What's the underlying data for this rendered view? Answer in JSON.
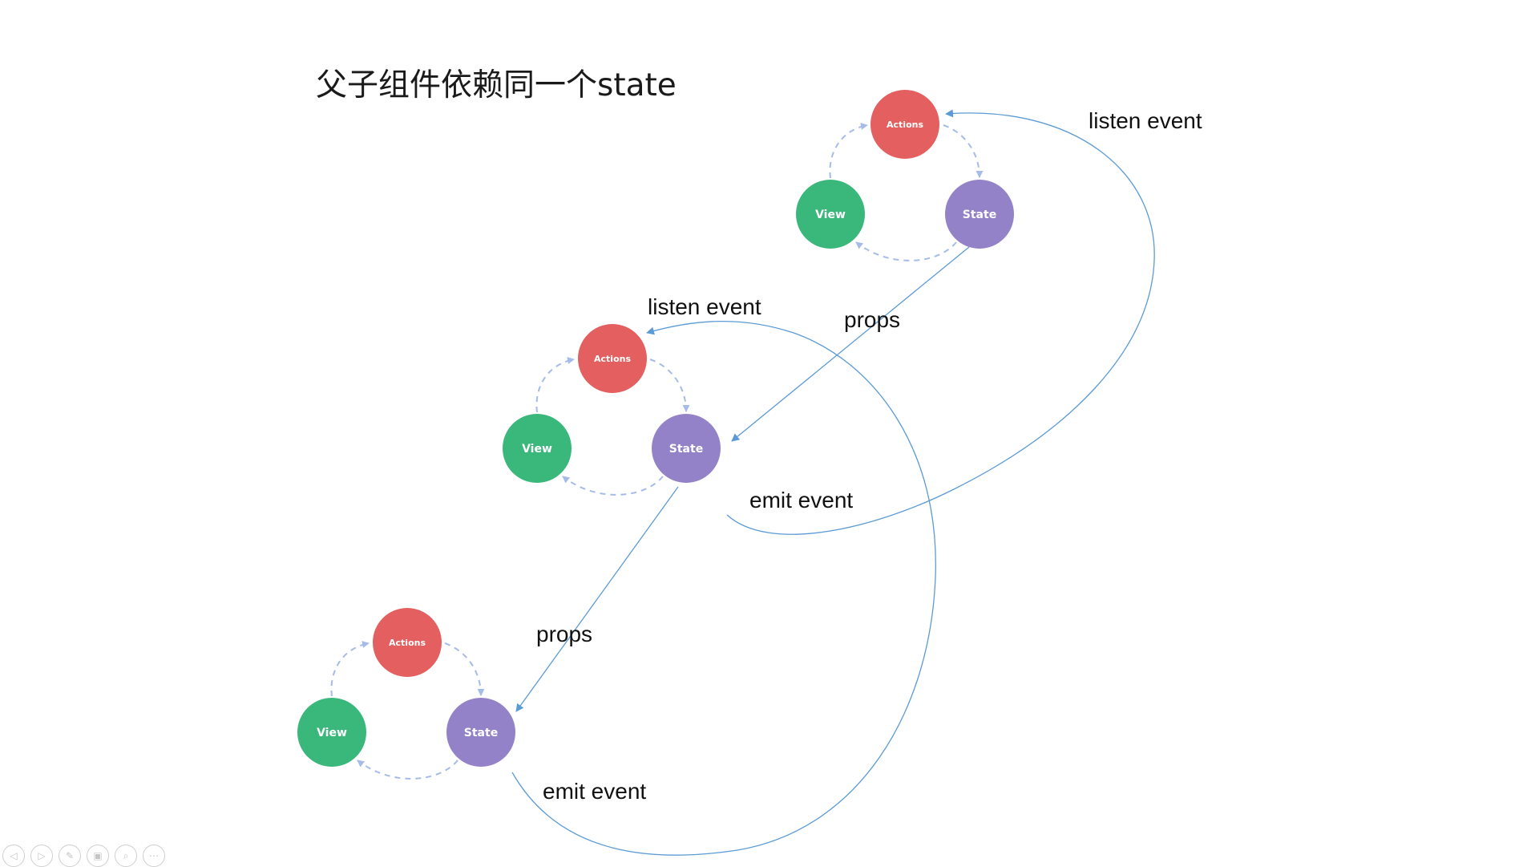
{
  "title": "父子组件依赖同一个state",
  "colors": {
    "actions": "#e45f5f",
    "view": "#3ab77b",
    "state": "#9482c8",
    "cycle_arrow": "#a6bbe8",
    "flow_arrow": "#5b9bd5",
    "text": "#111111"
  },
  "clusters": [
    {
      "actions": "Actions",
      "view": "View",
      "state": "State"
    },
    {
      "actions": "Actions",
      "view": "View",
      "state": "State"
    },
    {
      "actions": "Actions",
      "view": "View",
      "state": "State"
    }
  ],
  "labels": {
    "listen_event_top": "listen event",
    "props_top": "props",
    "listen_event_mid": "listen event",
    "emit_event_mid": "emit event",
    "props_bottom": "props",
    "emit_event_bottom": "emit event"
  },
  "toolbar": [
    {
      "icon": "previous-slide-icon",
      "glyph": "◁"
    },
    {
      "icon": "next-slide-icon",
      "glyph": "▷"
    },
    {
      "icon": "pen-icon",
      "glyph": "✎"
    },
    {
      "icon": "slides-grid-icon",
      "glyph": "▣"
    },
    {
      "icon": "zoom-icon",
      "glyph": "⌕"
    },
    {
      "icon": "more-options-icon",
      "glyph": "⋯"
    }
  ]
}
